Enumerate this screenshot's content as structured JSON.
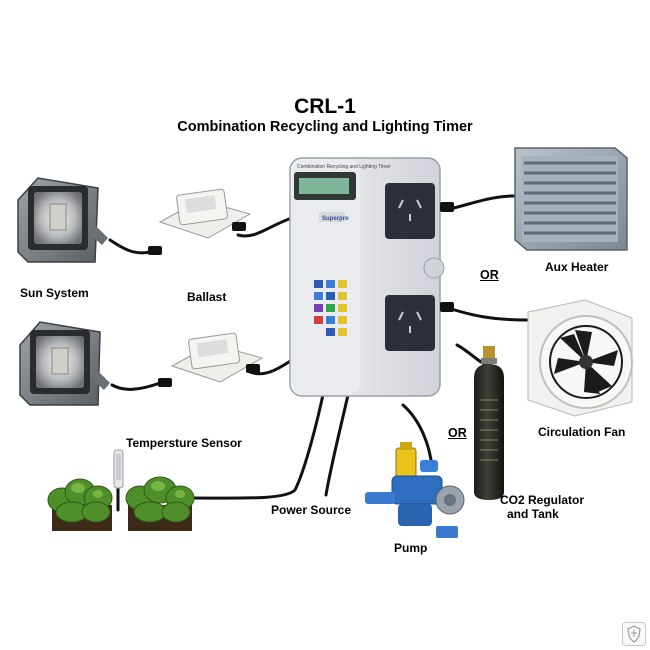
{
  "header": {
    "title": "CRL-1",
    "subtitle": "Combination Recycling and Lighting Timer"
  },
  "controller": {
    "caption": "Combination Recycling and Lighting Timer",
    "brand": "Superpro"
  },
  "labels": {
    "sun_system": "Sun System",
    "ballast": "Ballast",
    "aux_heater": "Aux Heater",
    "or_upper": "OR",
    "circulation_fan": "Circulation Fan",
    "or_lower": "OR",
    "temperature_sensor": "Temp",
    "temperature_sensor_rest": "ersture Sensor",
    "power_source": "Power Source",
    "pump": "Pump",
    "co2_line1": "CO2 Regulator",
    "co2_line2": "and Tank"
  },
  "colors": {
    "background": "#ffffff",
    "controller_body": "#e6e8ec",
    "outlet_face": "#2b2f36",
    "cable": "#111111",
    "plant_green": "#4f8f2a",
    "pump_blue": "#2f6fbf",
    "pump_yellow": "#e9c21a"
  }
}
